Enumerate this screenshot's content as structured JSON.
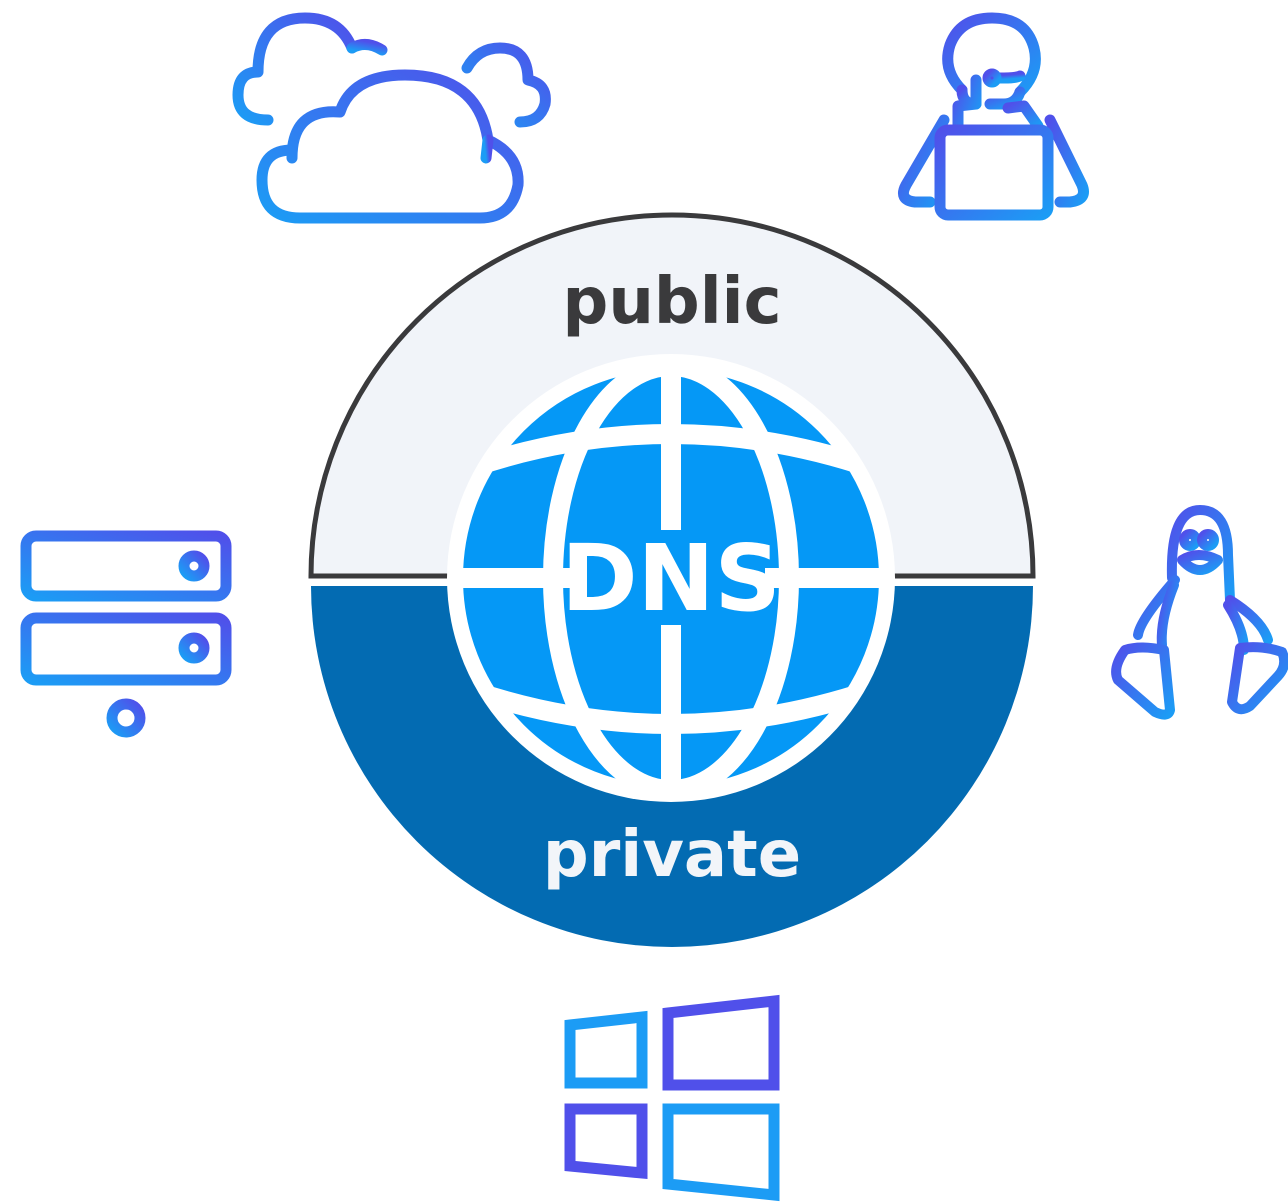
{
  "center": {
    "public_label": "public",
    "private_label": "private",
    "dns_label": "DNS"
  },
  "icons": [
    {
      "name": "cloud-icon"
    },
    {
      "name": "support-agent-icon"
    },
    {
      "name": "server-icon"
    },
    {
      "name": "linux-penguin-icon"
    },
    {
      "name": "windows-logo-icon"
    }
  ],
  "colors": {
    "public_fill": "#f1f4f9",
    "private_fill": "#036bb2",
    "globe_fill": "#0598f6",
    "outline": "#3a3a3c",
    "icon_blue": "#1c9cf5",
    "icon_violet": "#5050ea"
  }
}
